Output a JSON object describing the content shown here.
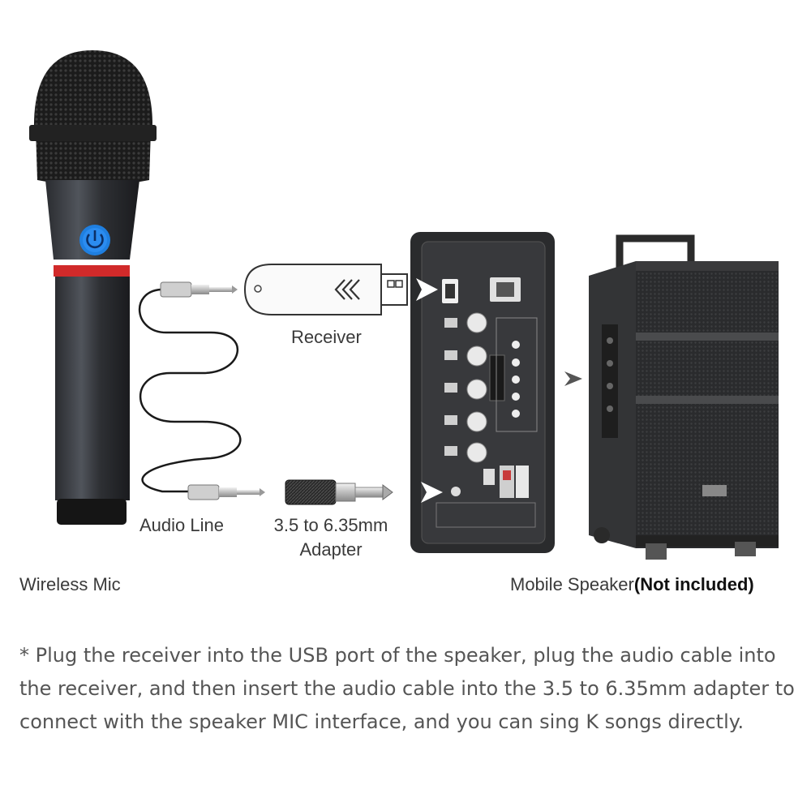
{
  "labels": {
    "receiver": "Receiver",
    "audio_line": "Audio Line",
    "adapter_line1": "3.5 to 6.35mm",
    "adapter_line2": "Adapter",
    "wireless_mic": "Wireless Mic",
    "mobile_speaker": "Mobile Speaker",
    "not_included": "(Not included)"
  },
  "caption": "* Plug the receiver into the USB port of the speaker, plug the audio cable into the receiver, and then insert the audio cable into the 3.5 to 6.35mm adapter to connect with the speaker MIC interface, and you can sing K songs directly.",
  "icons": {
    "mic_power": "power-icon",
    "receiver_logo": "double-chevron-left-icon",
    "flow_arrow": "chevron-right-icon"
  },
  "colors": {
    "power_button": "#1f7fe0",
    "mic_ring": "#d12a2a",
    "panel": "#2a2b2d",
    "speaker": "#2b2c2e"
  }
}
